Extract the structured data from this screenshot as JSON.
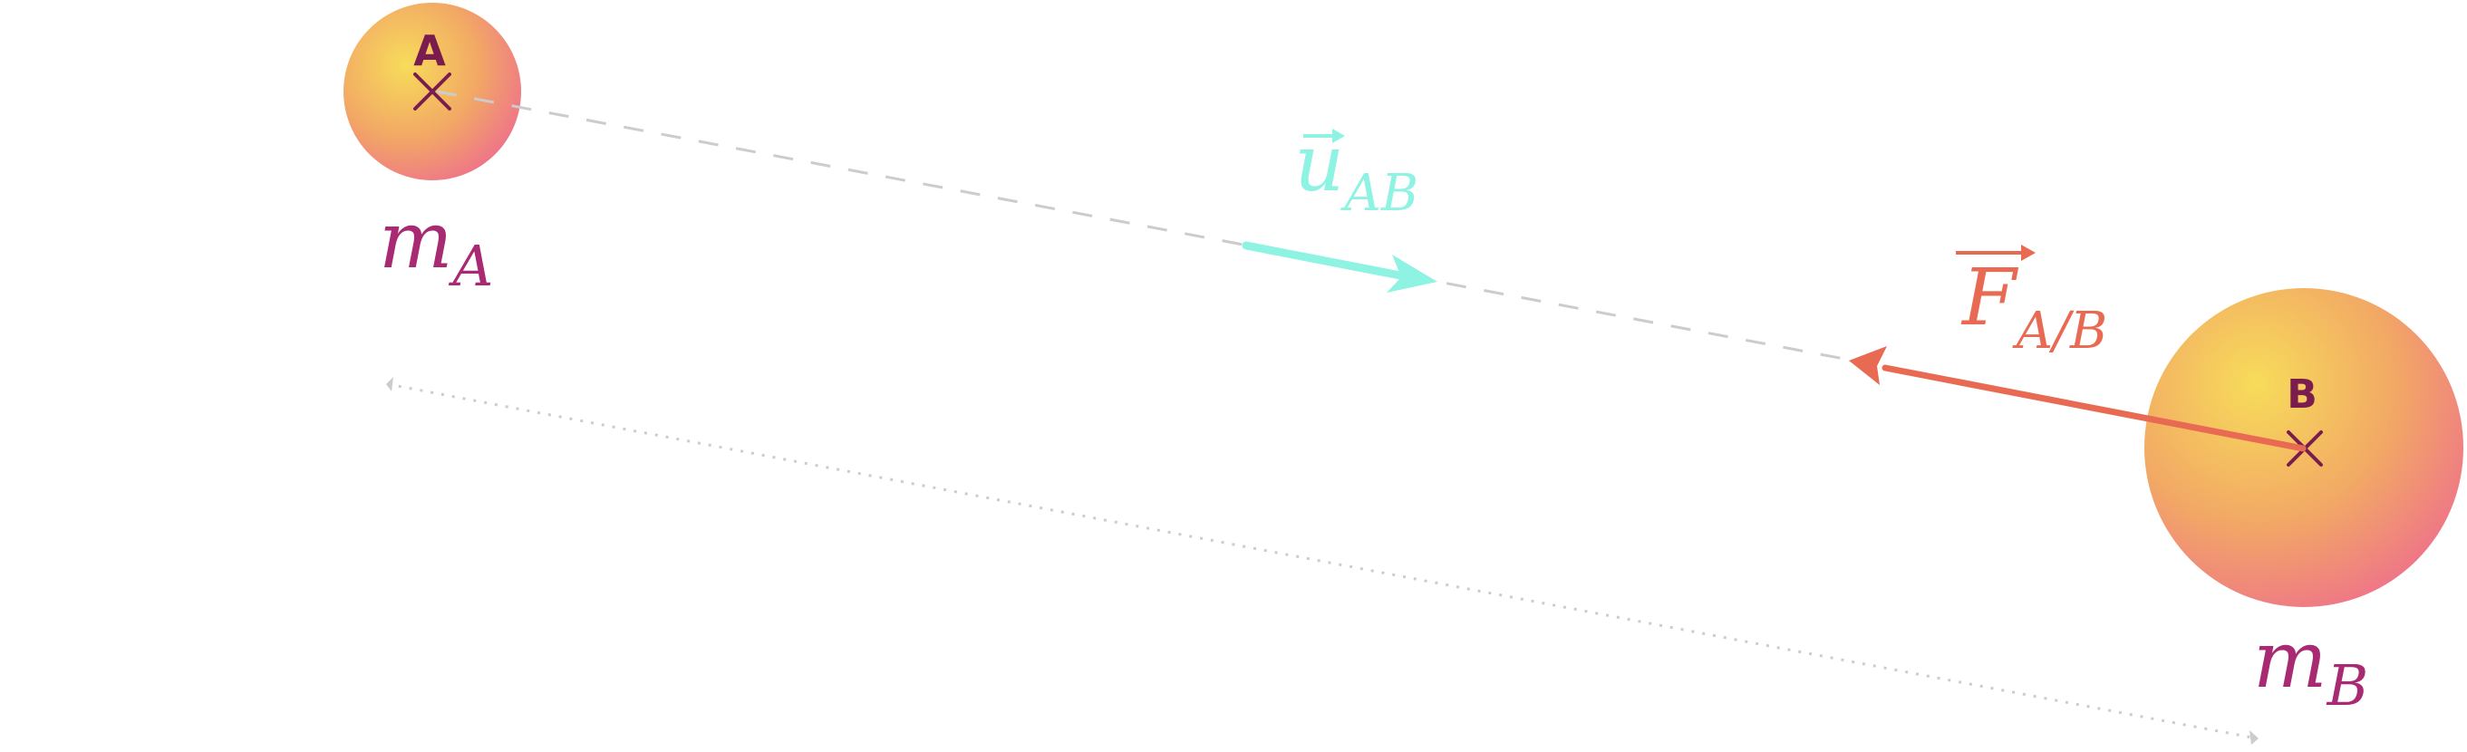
{
  "bodies": {
    "a": {
      "point_label": "A",
      "mass_symbol": "m",
      "mass_subscript": "A"
    },
    "b": {
      "point_label": "B",
      "mass_symbol": "m",
      "mass_subscript": "B"
    }
  },
  "vectors": {
    "unit": {
      "symbol": "u",
      "subscript": "AB",
      "color": "#8ff3e3"
    },
    "force": {
      "symbol": "F",
      "subscript": "A/B",
      "color": "#e86a52"
    }
  },
  "colors": {
    "label": "#a82a72",
    "point": "#7a1d4e",
    "body_center": "#f7dc5a",
    "body_edge": "#ee6f8c",
    "guide": "#cccccc"
  }
}
